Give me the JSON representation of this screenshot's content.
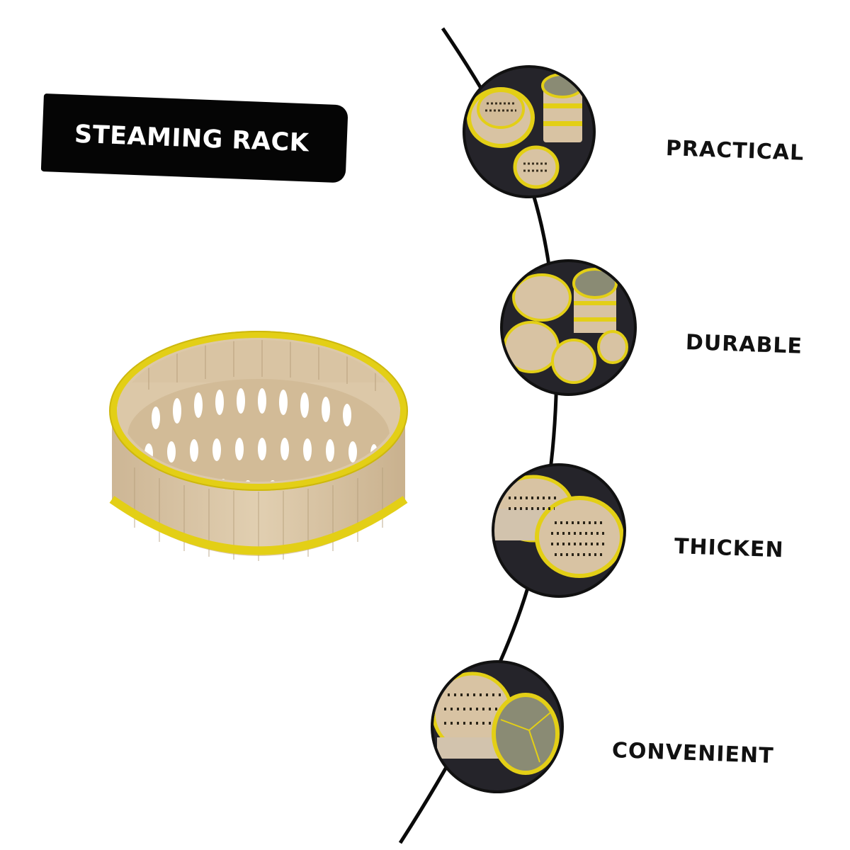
{
  "header": {
    "title": "STEAMING RACK"
  },
  "colors": {
    "badge_bg": "#050505",
    "badge_text": "#ffffff",
    "rim_yellow": "#e3cf16",
    "bamboo": "#d8c3a3",
    "thumb_bg": "#25242a",
    "line": "#0a0a0a"
  },
  "product": {
    "image": "bamboo-steamer-basket"
  },
  "features": [
    {
      "label": "PRACTICAL",
      "image": "nested-steamer-set"
    },
    {
      "label": "DURABLE",
      "image": "steamer-set-arranged"
    },
    {
      "label": "THICKEN",
      "image": "two-steamer-baskets"
    },
    {
      "label": "CONVENIENT",
      "image": "basket-and-lid"
    }
  ]
}
